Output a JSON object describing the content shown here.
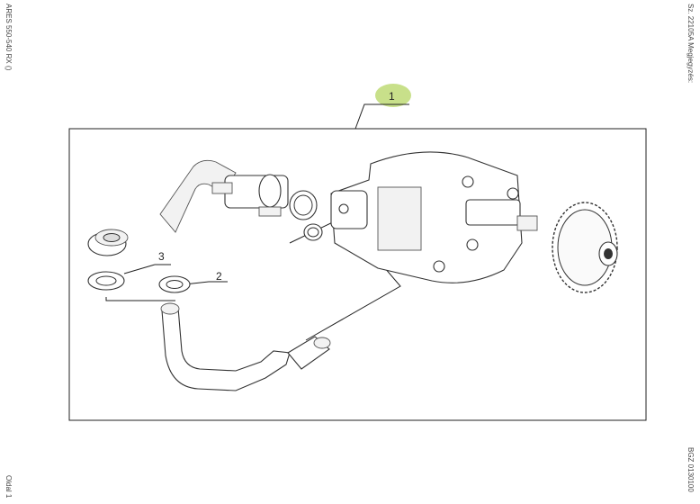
{
  "margins": {
    "top_left": "ARES 550-540 RX ()",
    "bottom_left": "Oldal 1",
    "top_right": "Sz. 22105A   Megjegyzés:",
    "bottom_right": "BGZ 0130100"
  },
  "callouts": {
    "assembly": "1",
    "part_2": "2",
    "part_3": "3"
  },
  "colors": {
    "callout_highlight": "#c8e08a",
    "line": "#222222"
  }
}
